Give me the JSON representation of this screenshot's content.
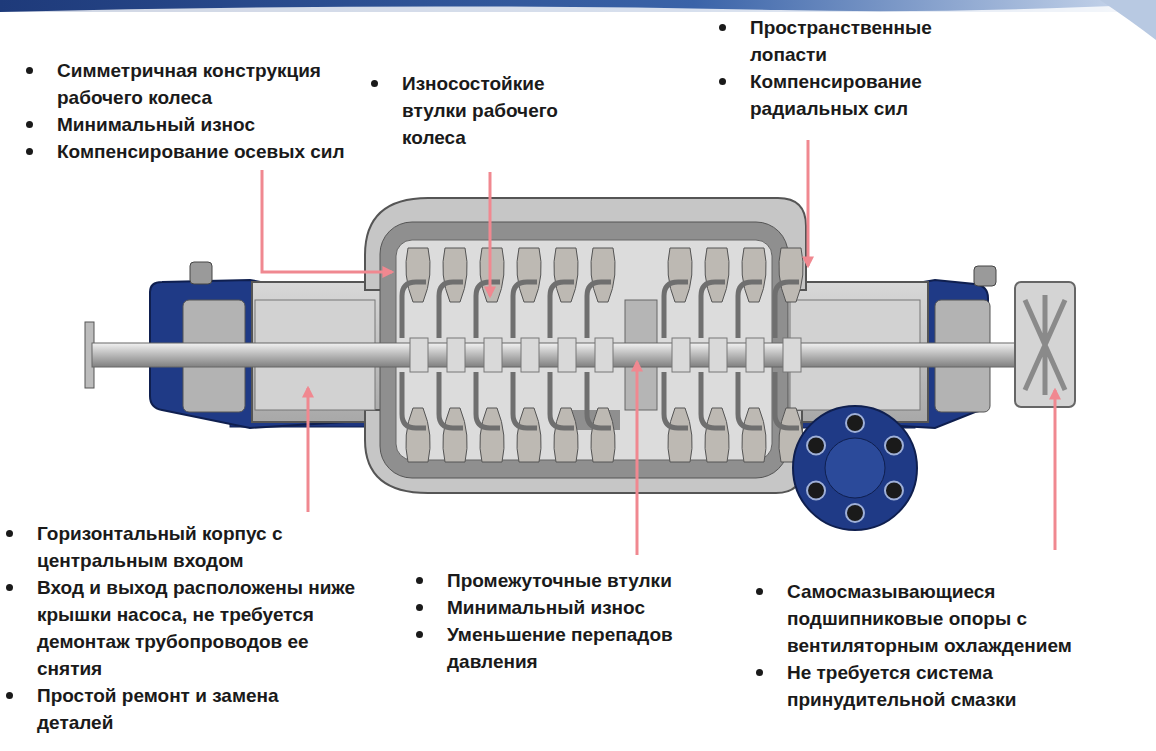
{
  "diagram": {
    "labels": [
      "Симметричная конструкция рабочего колеса",
      "Минимальный износ",
      "Компенсирование осевых сил",
      "Износостойкие втулки рабочего колеса",
      "Пространственные лопасти",
      "Компенсирование радиальных сил",
      "Горизонтальный корпус с центральным входом",
      "Вход и выход расположены ниже крышки насоса, не требуется демонтаж трубопроводов ее снятия",
      "Простой ремонт и замена деталей",
      "Промежуточные втулки",
      "Минимальный износ",
      "Уменьшение перепадов давления",
      "Самосмазывающиеся подшипниковые опоры с вентиляторным охлаждением",
      "Не требуется система принудительной смазки"
    ]
  }
}
